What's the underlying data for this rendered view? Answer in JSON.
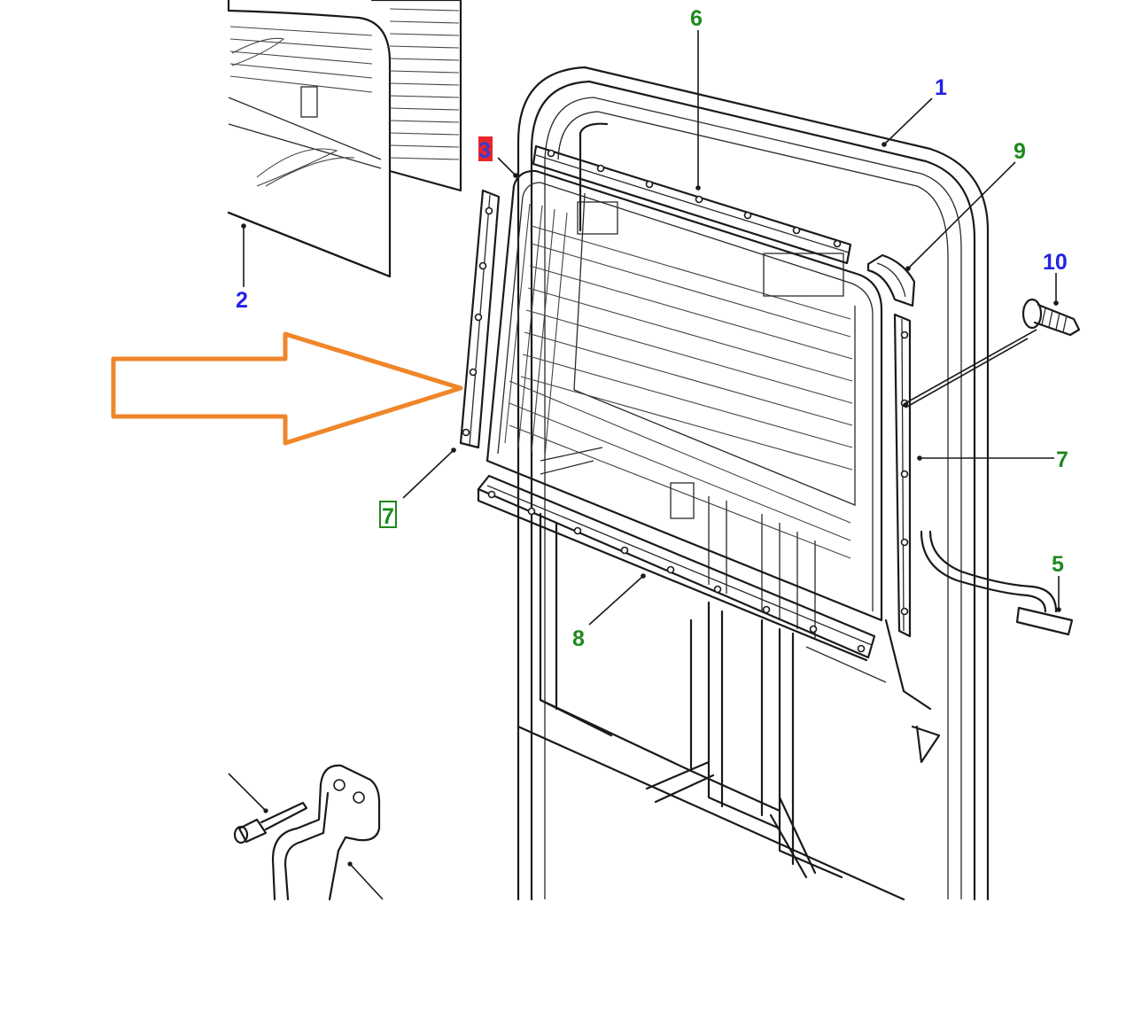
{
  "colors": {
    "green": "#1d8a1d",
    "blue": "#2323e0",
    "red_highlight": "#e8262a",
    "label_3_text": "#3a3ad0",
    "arrow_orange": "#f0862a"
  },
  "callouts": {
    "c1": "1",
    "c2": "2",
    "c3": "3",
    "c5": "5",
    "c6": "6",
    "c7_left": "7",
    "c7_right": "7",
    "c8": "8",
    "c9": "9",
    "c10": "10"
  }
}
